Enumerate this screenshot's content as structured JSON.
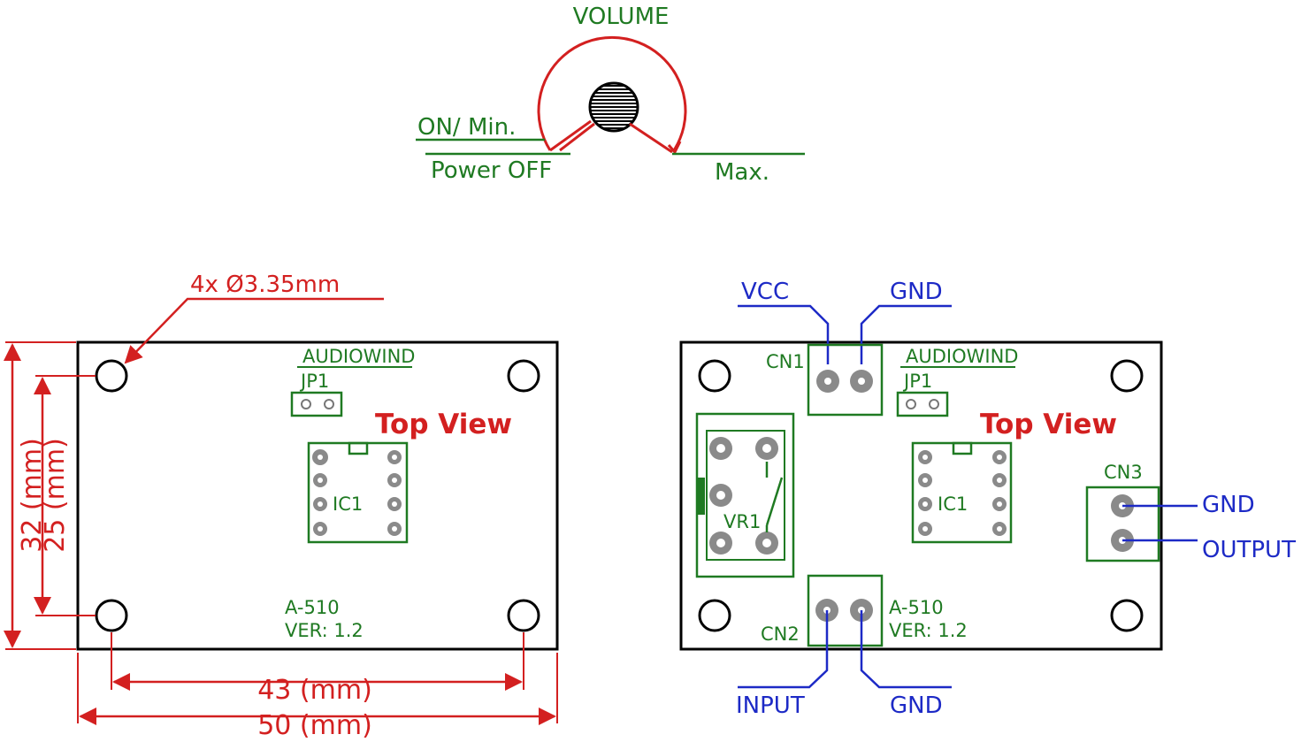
{
  "volume_knob": {
    "title": "VOLUME",
    "on_min": "ON/ Min.",
    "power_off": "Power OFF",
    "max": "Max."
  },
  "board_left": {
    "hole_note": "4x Ø3.35mm",
    "brand": "AUDIOWIND",
    "jumper": "JP1",
    "view": "Top View",
    "ic": "IC1",
    "model": "A-510",
    "version": "VER: 1.2",
    "dim_height_outer": "32 (mm)",
    "dim_height_inner": "25 (mm)",
    "dim_width_inner": "43 (mm)",
    "dim_width_outer": "50 (mm)"
  },
  "board_right": {
    "vcc": "VCC",
    "gnd_top": "GND",
    "cn1": "CN1",
    "brand": "AUDIOWIND",
    "jumper": "JP1",
    "view": "Top View",
    "ic": "IC1",
    "vr": "VR1",
    "cn3": "CN3",
    "gnd_right": "GND",
    "output": "OUTPUT",
    "cn2": "CN2",
    "model": "A-510",
    "version": "VER: 1.2",
    "input": "INPUT",
    "gnd_bottom": "GND"
  },
  "colors": {
    "silkscreen": "#1f7a22",
    "dimension": "#d32020",
    "signal": "#1d2ac6",
    "pad": "#8a8a8a",
    "pcb_outline": "#000000"
  }
}
